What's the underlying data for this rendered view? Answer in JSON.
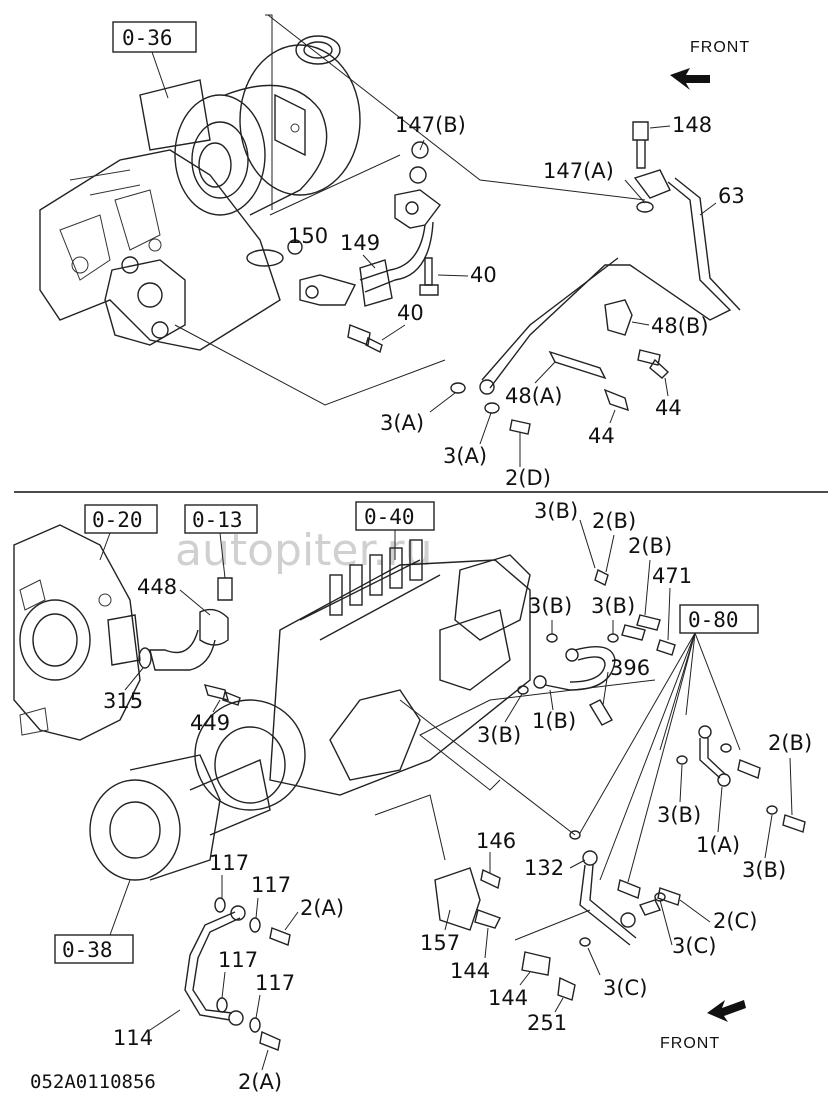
{
  "diagram_code": "052A0110856",
  "watermark": "autopiter.ru",
  "front_labels": [
    "FRONT",
    "FRONT"
  ],
  "ref_boxes": {
    "top_turbo": "0-36",
    "inj_pump_cover": "0-20",
    "sensor_ref": "0-13",
    "pump_ref": "0-40",
    "pipe_ref": "0-80",
    "water_pump_ref": "0-38"
  },
  "callouts": {
    "c147b": "147(B)",
    "c148": "148",
    "c147a": "147(A)",
    "c63": "63",
    "c150": "150",
    "c149": "149",
    "c40a": "40",
    "c40b": "40",
    "c48b": "48(B)",
    "c48a": "48(A)",
    "c44a": "44",
    "c44b": "44",
    "c3a1": "3(A)",
    "c3a2": "3(A)",
    "c2d": "2(D)",
    "c3b_top": "3(B)",
    "c2b_top": "2(B)",
    "c2b_mid": "2(B)",
    "c471": "471",
    "c3b_l": "3(B)",
    "c3b_r": "3(B)",
    "c448": "448",
    "c396": "396",
    "c315": "315",
    "c3b_low": "3(B)",
    "c1b": "1(B)",
    "c449": "449",
    "c2b_right": "2(B)",
    "c3b_right": "3(B)",
    "c1a": "1(A)",
    "c3b_far": "3(B)",
    "c146": "146",
    "c132": "132",
    "c117a": "117",
    "c117b": "117",
    "c2a_top": "2(A)",
    "c2c": "2(C)",
    "c3c_a": "3(C)",
    "c157": "157",
    "c117c": "117",
    "c117d": "117",
    "c144a": "144",
    "c144b": "144",
    "c3c_b": "3(C)",
    "c251": "251",
    "c114": "114",
    "c2a_bot": "2(A)"
  }
}
